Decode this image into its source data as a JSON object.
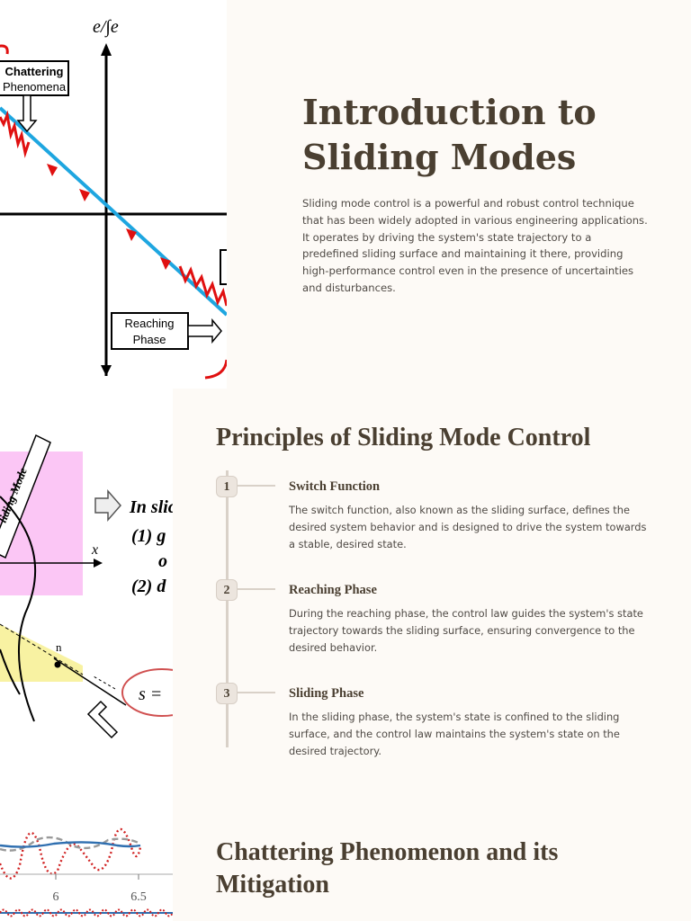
{
  "intro": {
    "title_line1": "Introduction to",
    "title_line2": "Sliding Modes",
    "paragraph": "Sliding mode control is a powerful and robust control technique that has been widely adopted in various engineering applications. It operates by driving the system's state trajectory to a predefined sliding surface and maintaining it there, providing high-performance control even in the presence of uncertainties and disturbances.",
    "figure": {
      "axis_label": "e/∫e",
      "label_chattering_1": "Chattering",
      "label_chattering_2": "Phenomena",
      "label_reaching_1": "Reaching",
      "label_reaching_2": "Phase"
    }
  },
  "principles": {
    "title": "Principles of Sliding Mode Control",
    "steps": [
      {
        "number": "1",
        "title": "Switch Function",
        "text": "The switch function, also known as the sliding surface, defines the desired system behavior and is designed to drive the system towards a stable, desired state."
      },
      {
        "number": "2",
        "title": "Reaching Phase",
        "text": "During the reaching phase, the control law guides the system's state trajectory towards the sliding surface, ensuring convergence to the desired behavior."
      },
      {
        "number": "3",
        "title": "Sliding Phase",
        "text": "In the sliding phase, the system's state is confined to the sliding surface, and the control law maintains the system's state on the desired trajectory."
      }
    ],
    "figure": {
      "sliding_mode_label": "liding Mode",
      "text_line1": "In slic",
      "text_line2": "(1) g",
      "text_line3": "o",
      "text_line4": "(2) d",
      "x_label": "x",
      "n_label": "n",
      "s_label": "s ="
    }
  },
  "chattering": {
    "title": "Chattering Phenomenon and its Mitigation",
    "figure": {
      "tick_1": "6",
      "tick_2": "6.5"
    }
  }
}
